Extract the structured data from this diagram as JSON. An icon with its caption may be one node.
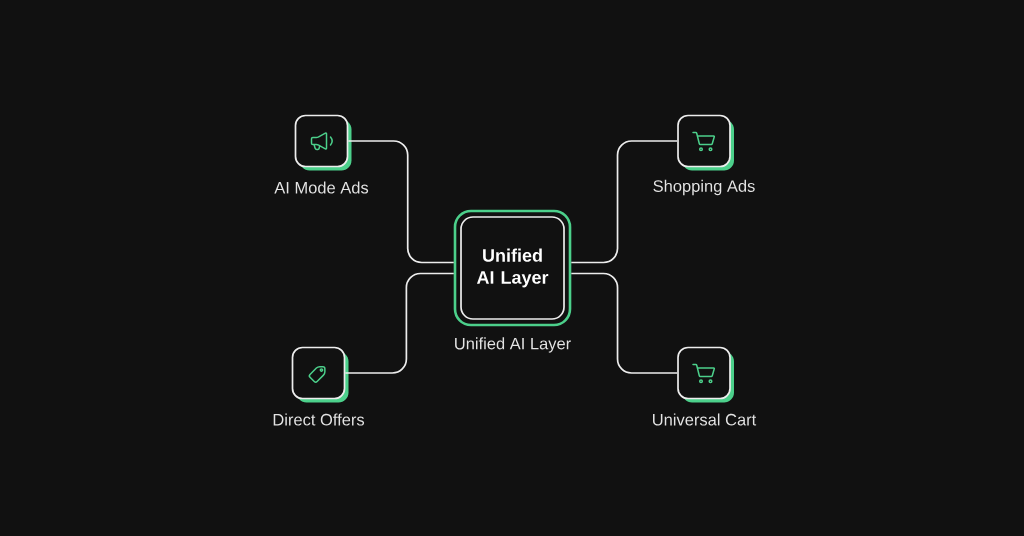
{
  "diagram": {
    "nodes": [
      {
        "text": [
          "AI Mode Ads"
        ]
      },
      {
        "text": [
          "Shopping Ads"
        ]
      },
      {
        "text": [
          "Unified AI Layer"
        ],
        "beside": [
          "Unified AI Layer"
        ]
      },
      {
        "text": [
          "Direct Offers"
        ]
      },
      {
        "text": [
          "Universal Cart"
        ]
      }
    ],
    "edges": [
      {
        "from": 0,
        "to": 2,
        "arrow": "none"
      },
      {
        "from": 1,
        "to": 2,
        "arrow": "none"
      },
      {
        "from": 3,
        "to": 2,
        "arrow": "none"
      },
      {
        "from": 4,
        "to": 2,
        "arrow": "none"
      }
    ]
  }
}
